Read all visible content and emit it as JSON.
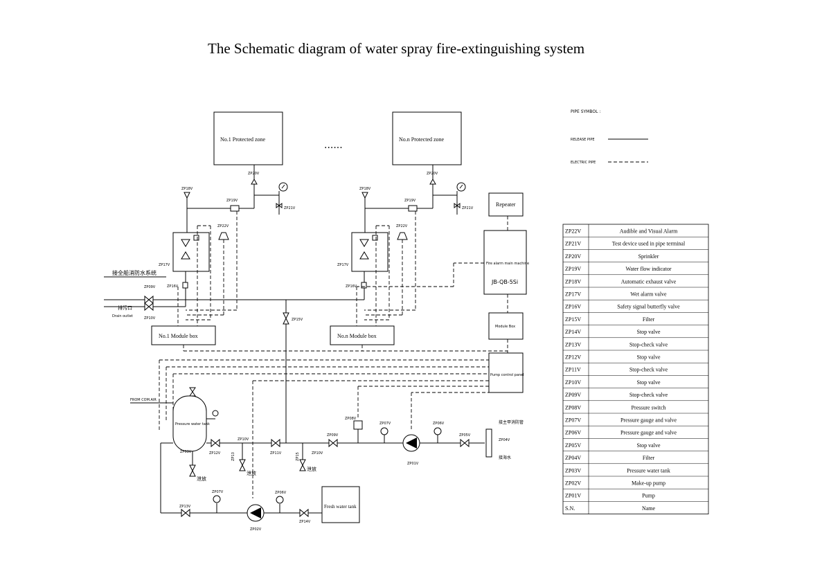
{
  "title": "The Schematic diagram of water spray fire-extinguishing system",
  "zones": [
    {
      "label": "No.1  Protected zone"
    },
    {
      "label": "No.n  Protected zone"
    }
  ],
  "ellipsis": "......",
  "module_boxes": [
    {
      "label": "No.1  Module box"
    },
    {
      "label": "No.n  Module box"
    }
  ],
  "right_boxes": {
    "repeater": "Repeater",
    "fire_alarm_machine": "Fire alarm main machine",
    "fire_alarm_model": "JB-QB-5Si",
    "module_box": "Module Box",
    "pump_control_panel": "Pump control panel"
  },
  "tanks": {
    "pressure_water_tank": "Pressure water tank",
    "fresh_water_tank": "Fresh water tank",
    "from_com_air": "FROM COM.AIR"
  },
  "side_labels": {
    "fire_pipe_cn": "接全船消防水系统",
    "drain_cn": "排污口",
    "drain_en": "Drain outlet",
    "dump_cn_1": "泄放",
    "dump_cn_2": "泄放",
    "dump_cn_3": "泄放",
    "right_pipe_cn": "接主甲消防管",
    "right_pipe_cn2": "接海水"
  },
  "pipe_symbol": {
    "heading": "PIPE SYMBOL :",
    "release_pipe": "RELEASE PIPE",
    "electric_pipe": "ELECTRIC PIPE"
  },
  "component_tags": {
    "zp20v_1": "ZP20V",
    "zp18v_1": "ZP18V",
    "zp19v_1": "ZP19V",
    "zp21v_1": "ZP21V",
    "zp22v_1": "ZP22V",
    "zp17v_1": "ZP17V",
    "zp16v_1": "ZP16V",
    "zp20v_n": "ZP20V",
    "zp18v_n": "ZP18V",
    "zp19v_n": "ZP19V",
    "zp21v_n": "ZP21V",
    "zp22v_n": "ZP22V",
    "zp17v_n": "ZP17V",
    "zp16v_n": "ZP16V",
    "zp09v_a": "ZP09V",
    "zp10v_a": "ZP10V",
    "zp15v": "ZP15V",
    "zp03v": "ZP03V",
    "zp12v": "ZP12V",
    "zp10v_b": "ZP10V",
    "zp11v": "ZP11V",
    "zp13_a": "ZP13",
    "zp15_a": "ZP15",
    "zp10v_c": "ZP10V",
    "zp09v_b": "ZP09V",
    "zp08v": "ZP08V",
    "zp07v_a": "ZP07V",
    "zp06v_a": "ZP06V",
    "zp05v": "ZP05V",
    "zp01v": "ZP01V",
    "zp04v": "ZP04V",
    "zp13v": "ZP13V",
    "zp07v_b": "ZP07V",
    "zp06v_b": "ZP06V",
    "zp02v": "ZP02V",
    "zp14v": "ZP14V"
  },
  "legend_table": [
    {
      "sn": "ZP22V",
      "name": "Audible and Visual Alarm"
    },
    {
      "sn": "ZP21V",
      "name": "Test device used in pipe terminal"
    },
    {
      "sn": "ZP20V",
      "name": "Sprinkler"
    },
    {
      "sn": "ZP19V",
      "name": "Water flow indicator"
    },
    {
      "sn": "ZP18V",
      "name": "Automatic exhaust valve"
    },
    {
      "sn": "ZP17V",
      "name": "Wet alarm valve"
    },
    {
      "sn": "ZP16V",
      "name": "Safety signal butterfly valve"
    },
    {
      "sn": "ZP15V",
      "name": "Filter"
    },
    {
      "sn": "ZP14V",
      "name": "Stop valve"
    },
    {
      "sn": "ZP13V",
      "name": "Stop-check valve"
    },
    {
      "sn": "ZP12V",
      "name": "Stop valve"
    },
    {
      "sn": "ZP11V",
      "name": "Stop-check valve"
    },
    {
      "sn": "ZP10V",
      "name": "Stop valve"
    },
    {
      "sn": "ZP09V",
      "name": "Stop-check valve"
    },
    {
      "sn": "ZP08V",
      "name": "Pressure switch"
    },
    {
      "sn": "ZP07V",
      "name": "Pressure gauge and valve"
    },
    {
      "sn": "ZP06V",
      "name": "Pressure gauge and valve"
    },
    {
      "sn": "ZP05V",
      "name": "Stop valve"
    },
    {
      "sn": "ZP04V",
      "name": "Filter"
    },
    {
      "sn": "ZP03V",
      "name": "Pressure water tank"
    },
    {
      "sn": "ZP02V",
      "name": "Make-up pump"
    },
    {
      "sn": "ZP01V",
      "name": "Pump"
    },
    {
      "sn": "S.N.",
      "name": "Name"
    }
  ]
}
